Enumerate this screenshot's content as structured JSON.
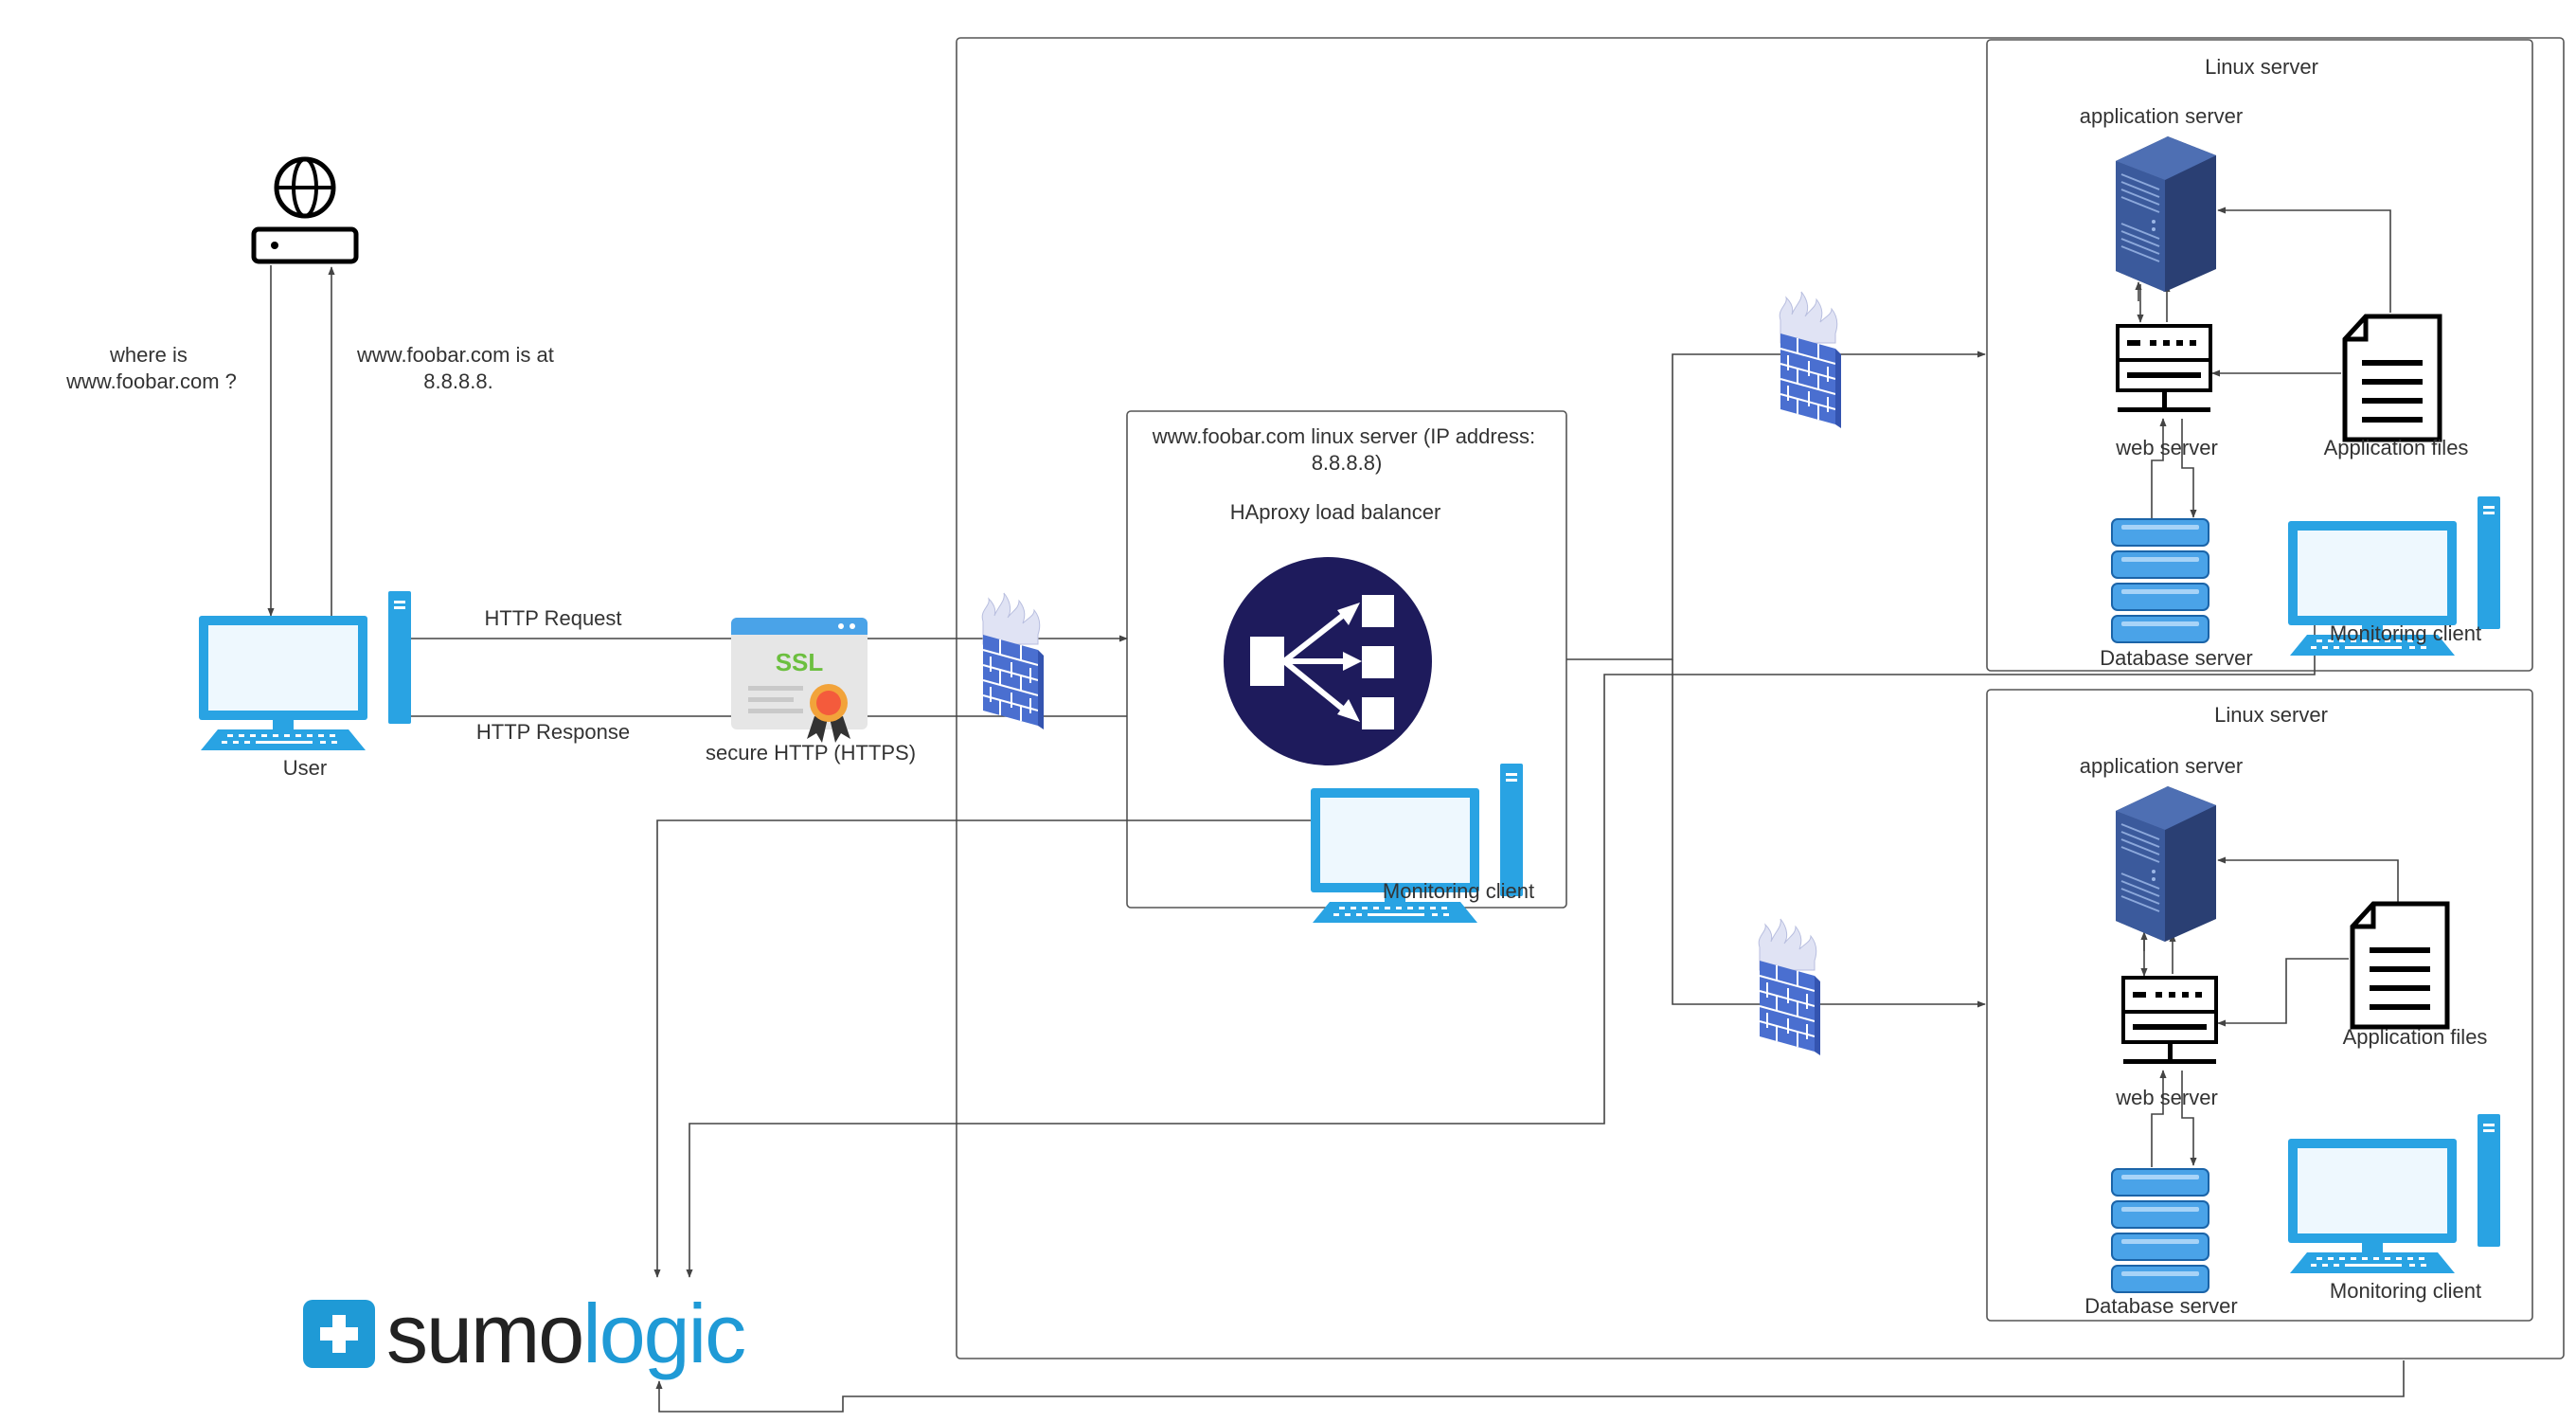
{
  "dns": {
    "question": [
      "where is",
      "www.foobar.com ?"
    ],
    "answer": [
      "www.foobar.com is at",
      "8.8.8.8."
    ]
  },
  "user": {
    "label": "User"
  },
  "http": {
    "request": "HTTP Request",
    "response": "HTTP Response"
  },
  "ssl": {
    "badge": "SSL",
    "label": "secure HTTP (HTTPS)"
  },
  "load_balancer_server": {
    "title": [
      "www.foobar.com linux server (IP address:",
      "8.8.8.8)"
    ],
    "subtitle": "HAproxy load balancer",
    "monitoring": "Monitoring client"
  },
  "linux_servers": [
    {
      "title": "Linux server",
      "application_server": "application server",
      "web_server": "web server",
      "application_files": "Application files",
      "database": "Database server",
      "monitoring": "Monitoring client"
    },
    {
      "title": "Linux server",
      "application_server": "application server",
      "web_server": "web server",
      "application_files": "Application files",
      "database": "Database server",
      "monitoring": "Monitoring client"
    }
  ],
  "logo": {
    "part1": "sumo",
    "part2": "logic"
  },
  "colors": {
    "monitor": "#29a3e3",
    "firewall": "#4a6fd0",
    "lb_circle": "#1e1b5c",
    "server": "#2a3f73",
    "database": "#4aa3e8",
    "logo_dark": "#222222",
    "logo_blue": "#1f9ad6"
  }
}
